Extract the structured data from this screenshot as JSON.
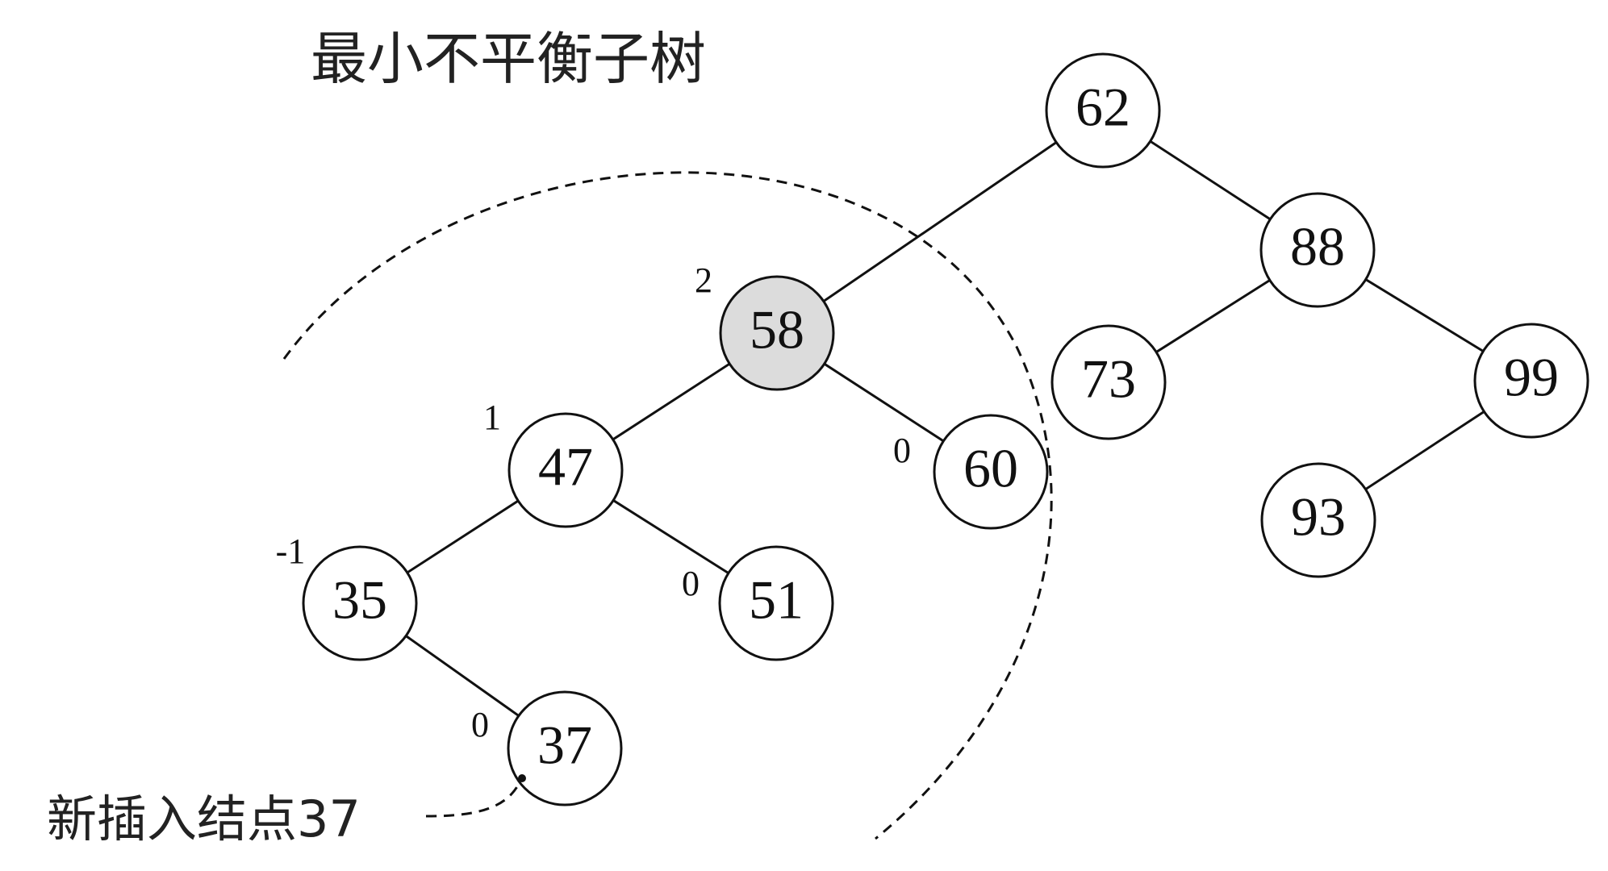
{
  "title": "最小不平衡子树",
  "callout": "新插入结点37",
  "colors": {
    "line": "#111111",
    "node_fill": "#ffffff",
    "highlight_fill": "#dcdcdc",
    "text": "#111111"
  },
  "nodes": [
    {
      "id": "n62",
      "label": "62",
      "balance": "",
      "highlighted": false
    },
    {
      "id": "n58",
      "label": "58",
      "balance": "2",
      "highlighted": true
    },
    {
      "id": "n88",
      "label": "88",
      "balance": "",
      "highlighted": false
    },
    {
      "id": "n47",
      "label": "47",
      "balance": "1",
      "highlighted": false
    },
    {
      "id": "n60",
      "label": "60",
      "balance": "0",
      "highlighted": false
    },
    {
      "id": "n73",
      "label": "73",
      "balance": "",
      "highlighted": false
    },
    {
      "id": "n99",
      "label": "99",
      "balance": "",
      "highlighted": false
    },
    {
      "id": "n35",
      "label": "35",
      "balance": "-1",
      "highlighted": false
    },
    {
      "id": "n51",
      "label": "51",
      "balance": "0",
      "highlighted": false
    },
    {
      "id": "n93",
      "label": "93",
      "balance": "",
      "highlighted": false
    },
    {
      "id": "n37",
      "label": "37",
      "balance": "0",
      "highlighted": false
    }
  ],
  "edges": [
    {
      "from": "n62",
      "to": "n58"
    },
    {
      "from": "n62",
      "to": "n88"
    },
    {
      "from": "n58",
      "to": "n47"
    },
    {
      "from": "n58",
      "to": "n60"
    },
    {
      "from": "n88",
      "to": "n73"
    },
    {
      "from": "n88",
      "to": "n99"
    },
    {
      "from": "n47",
      "to": "n35"
    },
    {
      "from": "n47",
      "to": "n51"
    },
    {
      "from": "n99",
      "to": "n93"
    },
    {
      "from": "n35",
      "to": "n37"
    }
  ]
}
